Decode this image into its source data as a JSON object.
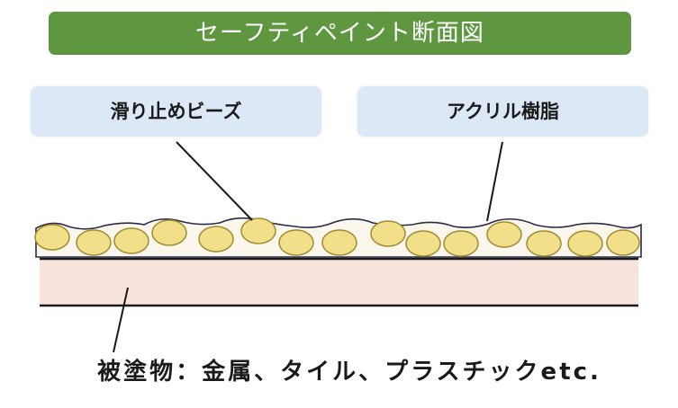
{
  "title": "セーフティペイント断面図",
  "labels": {
    "beads": "滑り止めビーズ",
    "resin": "アクリル樹脂"
  },
  "substrate_caption": "被塗物：金属、タイル、プラスチックetc.",
  "colors": {
    "title_bg": "#5f9640",
    "label_bg": "#dde8f7",
    "bead_fill": "#f2df8a",
    "bead_stroke": "#a08c30",
    "substrate_fill": "#f8e4dc",
    "line": "#1a1a1a"
  }
}
